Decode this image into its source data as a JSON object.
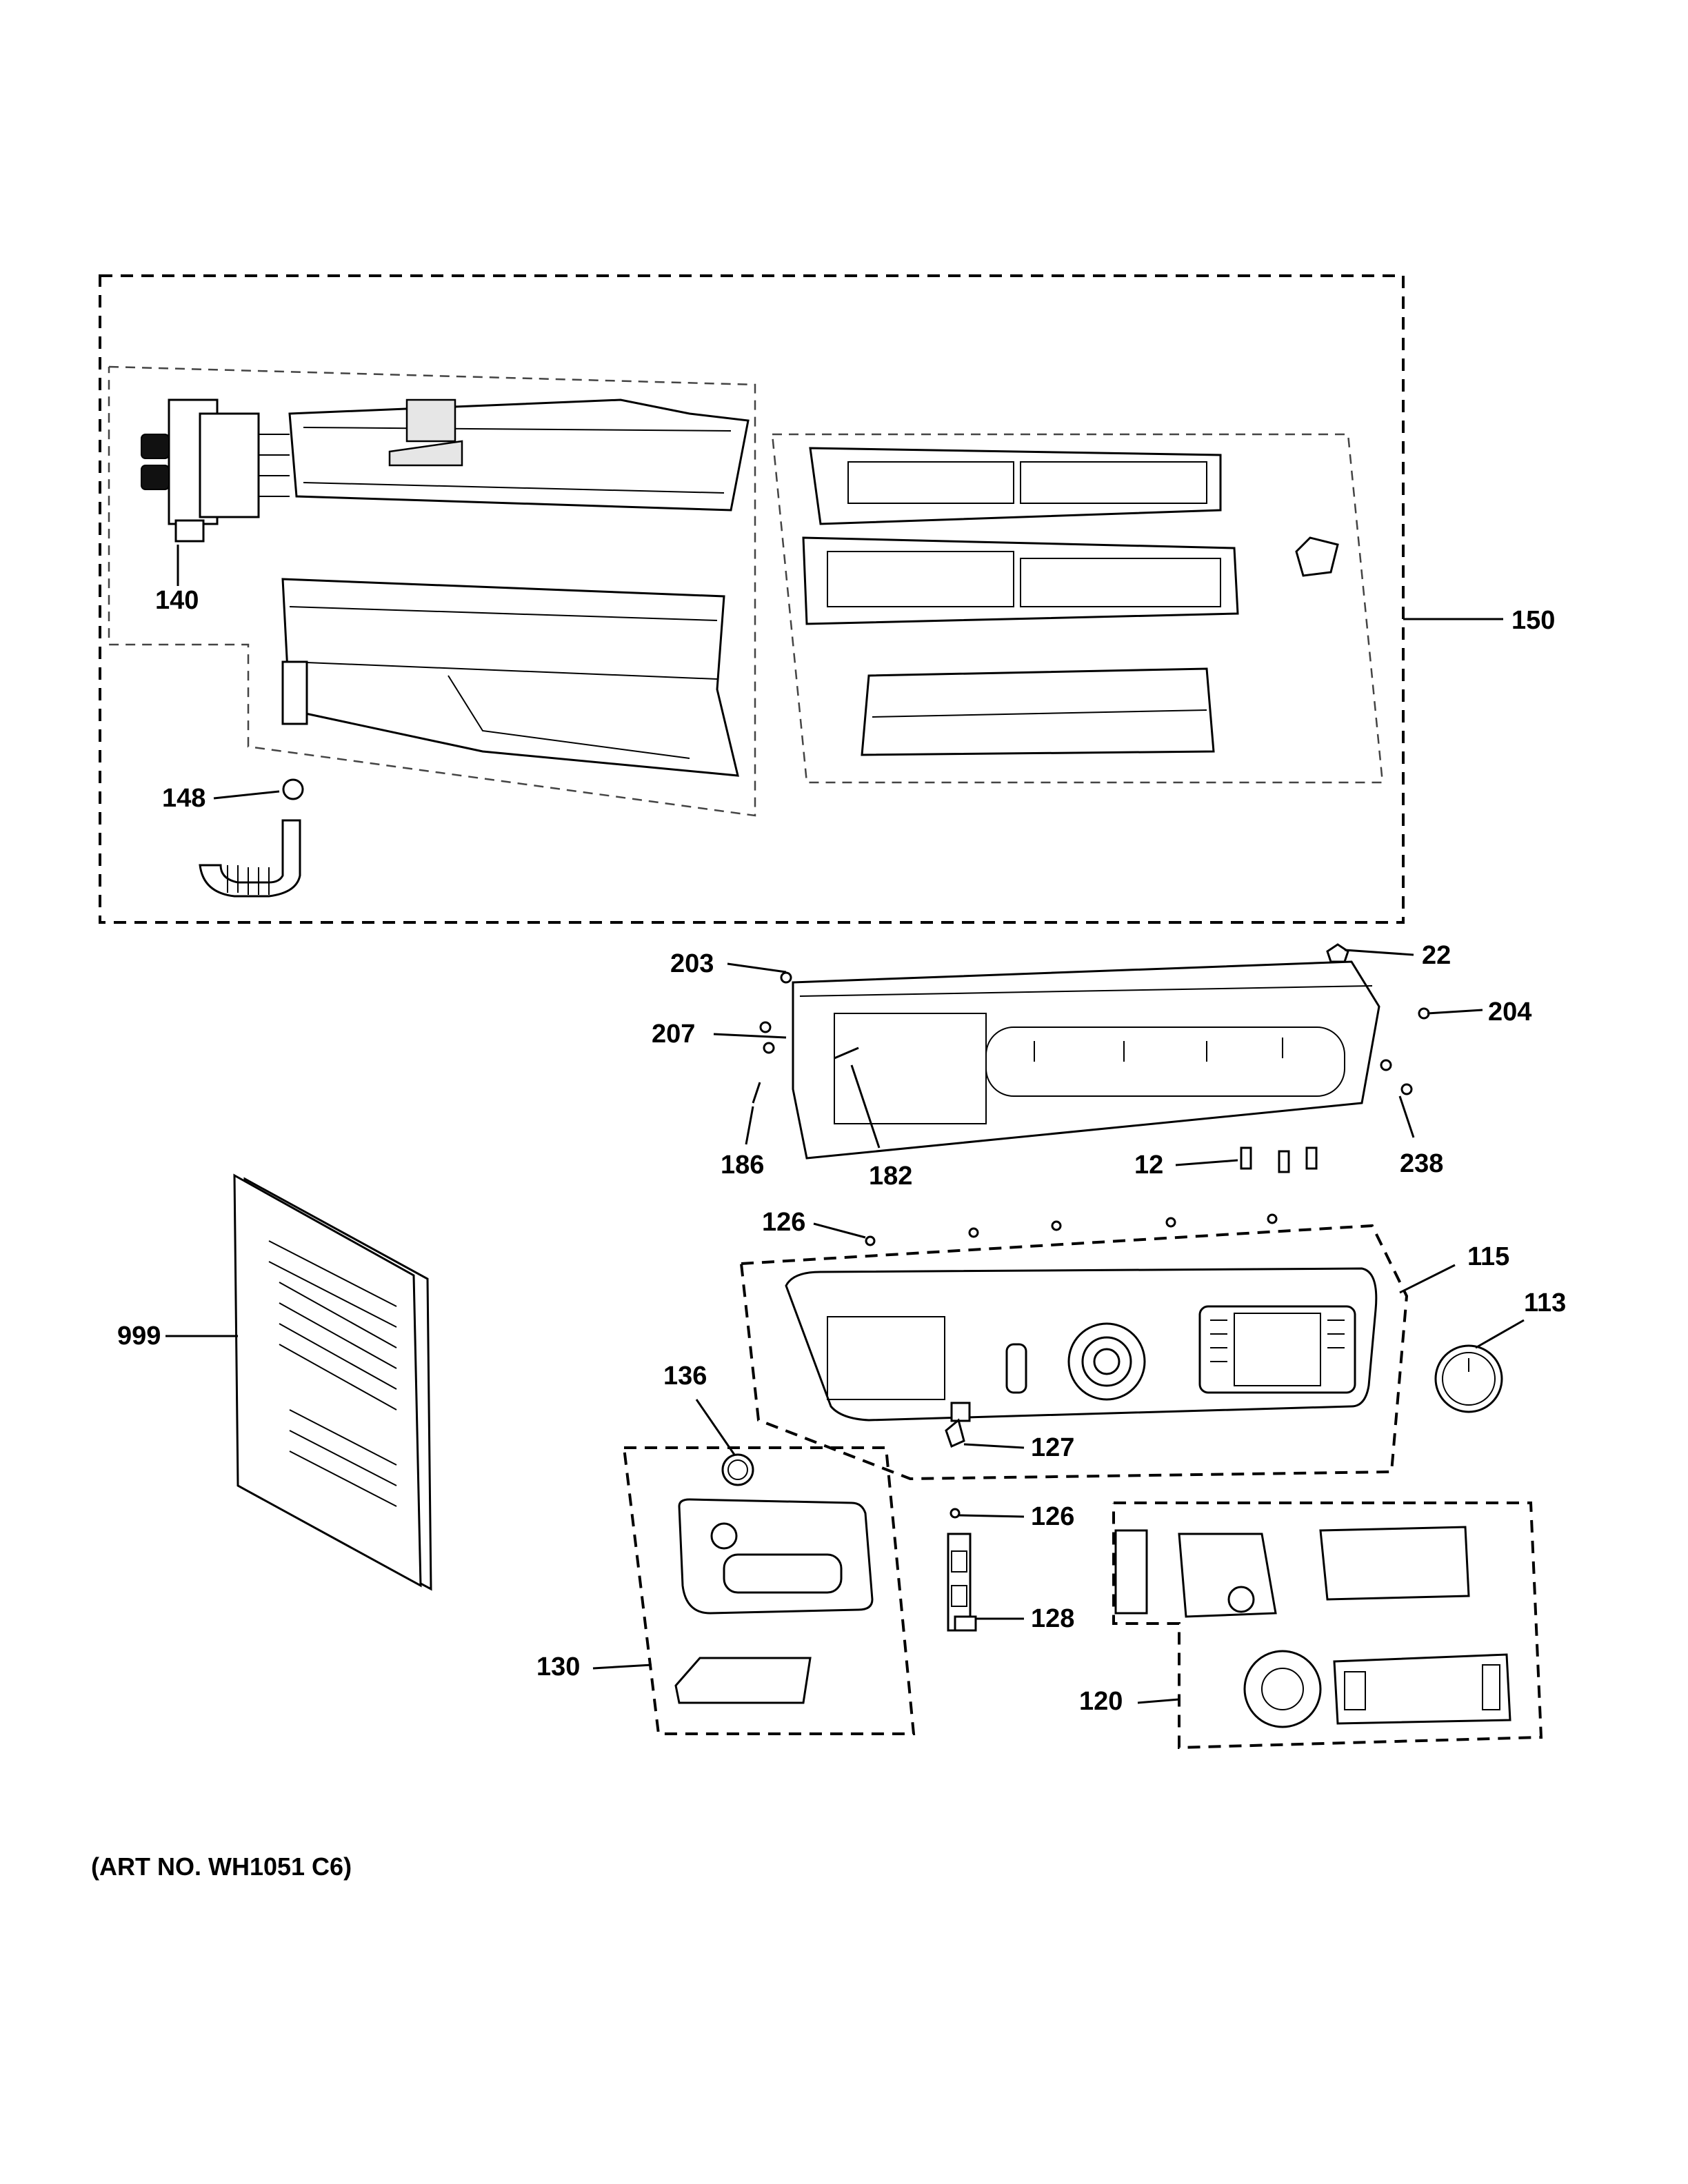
{
  "callouts": {
    "c140": "140",
    "c150": "150",
    "c148": "148",
    "c203": "203",
    "c207": "207",
    "c22": "22",
    "c204": "204",
    "c186": "186",
    "c182": "182",
    "c12": "12",
    "c238": "238",
    "c126a": "126",
    "c115": "115",
    "c113": "113",
    "c999": "999",
    "c136": "136",
    "c127": "127",
    "c126b": "126",
    "c128": "128",
    "c130": "130",
    "c120": "120"
  },
  "art_number": "(ART NO. WH1051 C6)"
}
